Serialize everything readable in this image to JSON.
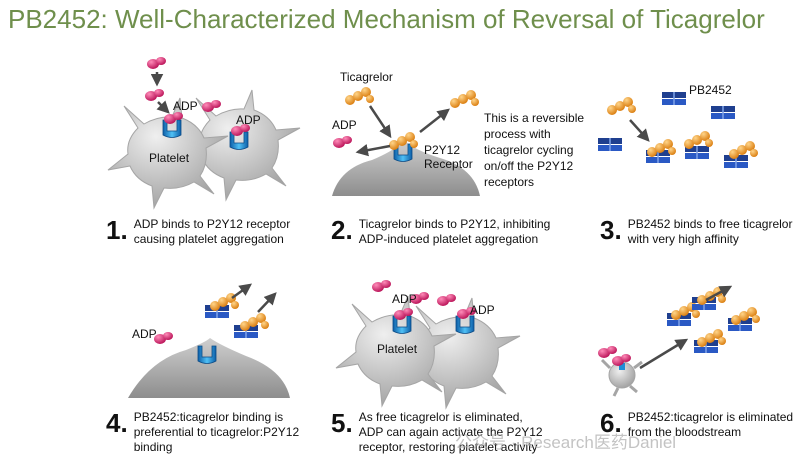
{
  "title": "PB2452: Well-Characterized Mechanism of Reversal of Ticagrelor",
  "labels": {
    "adp": "ADP",
    "platelet": "Platelet",
    "ticagrelor": "Ticagrelor",
    "pb2452": "PB2452",
    "p2y12_receptor_line1": "P2Y12",
    "p2y12_receptor_line2": "Receptor"
  },
  "note_lines": [
    "This is a reversible",
    "process with",
    "ticagrelor cycling",
    "on/off the P2Y12",
    "receptors"
  ],
  "steps": [
    {
      "number": "1.",
      "lines": [
        "ADP binds to P2Y12 receptor",
        "causing platelet aggregation"
      ]
    },
    {
      "number": "2.",
      "lines": [
        "Ticagrelor binds to P2Y12, inhibiting",
        "ADP-induced platelet aggregation"
      ]
    },
    {
      "number": "3.",
      "lines": [
        "PB2452 binds to free ticagrelor",
        "with very high affinity"
      ]
    },
    {
      "number": "4.",
      "lines": [
        "PB2452:ticagrelor binding is",
        "preferential to ticagrelor:P2Y12",
        "binding"
      ]
    },
    {
      "number": "5.",
      "lines": [
        "As free ticagrelor is eliminated,",
        "ADP can again activate the P2Y12",
        "receptor, restoring platelet activity"
      ]
    },
    {
      "number": "6.",
      "lines": [
        "PB2452:ticagrelor is eliminated",
        "from the bloodstream"
      ]
    }
  ],
  "watermark": "公众号 · Research医药Daniel",
  "colors": {
    "title": "#6f8f4c",
    "adp": "#d8266a",
    "ticagrelor": "#f29a1f",
    "pb2452": "#1f3f8f",
    "receptor": "#1e8ed6",
    "platelet": "#c8c8c8",
    "arrow": "#4a4a4a"
  }
}
